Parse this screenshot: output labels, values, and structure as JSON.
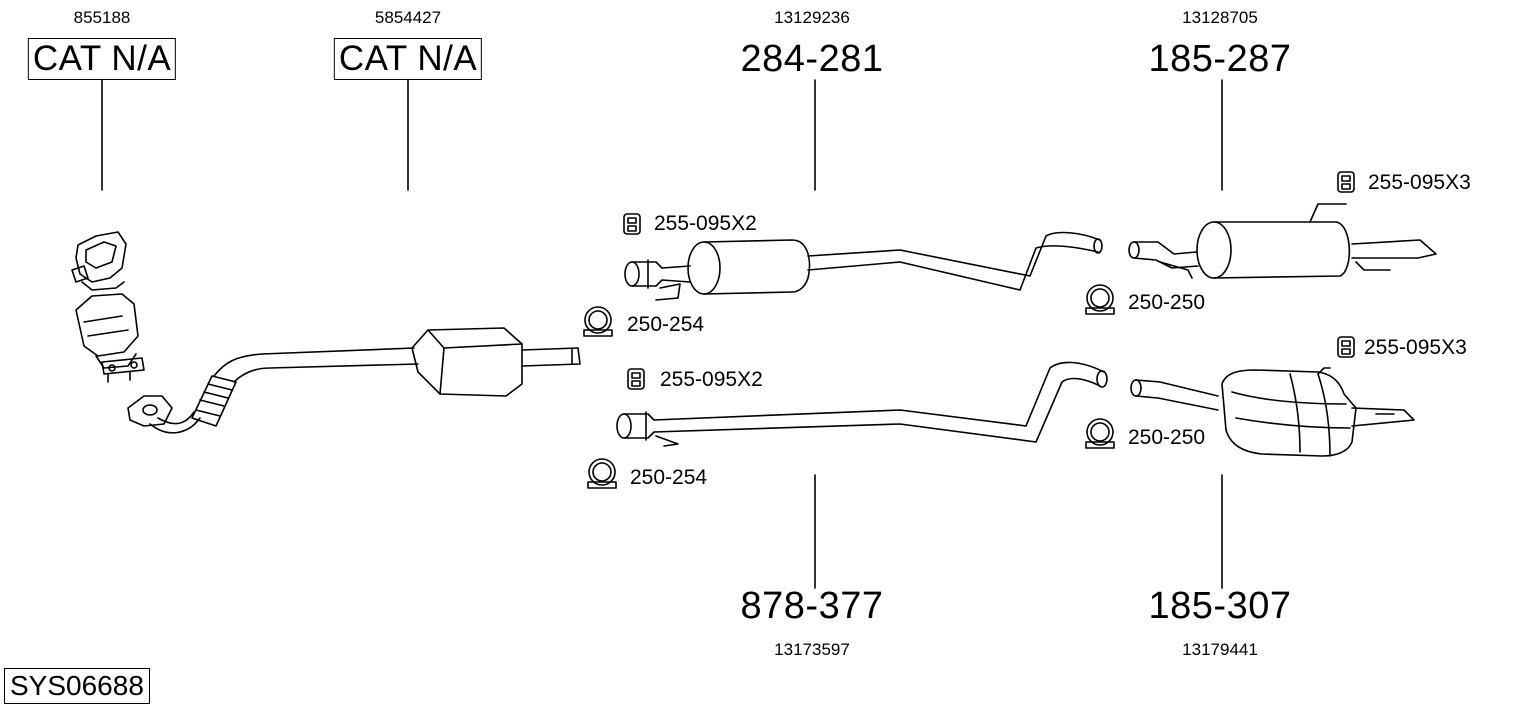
{
  "system_id": "SYS06688",
  "parts": [
    {
      "oe": "855188",
      "part_no": "CAT N/A"
    },
    {
      "oe": "5854427",
      "part_no": "CAT N/A"
    },
    {
      "oe": "13129236",
      "part_no": "284-281"
    },
    {
      "oe": "13128705",
      "part_no": "185-287"
    },
    {
      "oe": "13173597",
      "part_no": "878-377"
    },
    {
      "oe": "13179441",
      "part_no": "185-307"
    }
  ],
  "accessories": {
    "mount_front_upper": "255-095X2",
    "clamp_front_upper": "250-254",
    "mount_front_lower": "255-095X2",
    "clamp_front_lower": "250-254",
    "mount_rear_upper": "255-095X3",
    "clamp_rear_upper": "250-250",
    "mount_rear_lower": "255-095X3",
    "clamp_rear_lower": "250-250"
  }
}
